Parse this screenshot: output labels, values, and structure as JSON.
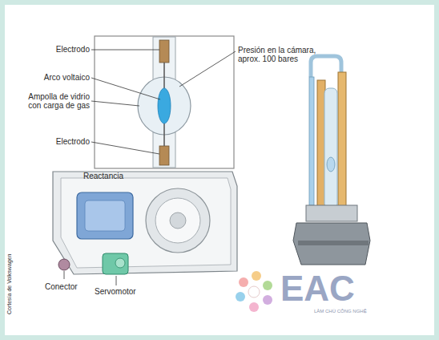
{
  "diagram": {
    "labels": [
      "Electrodo",
      "Arco voltaico",
      "Ampolla de vidrio con carga de gas",
      "Electrodo",
      "Presión en la cámara, aprox. 100 bares",
      "Reactancia",
      "Conector",
      "Servomotor",
      "Cortesía de Volkswagen",
      "EAC",
      "LÀM CHỦ CÔNG NGHỆ"
    ]
  }
}
